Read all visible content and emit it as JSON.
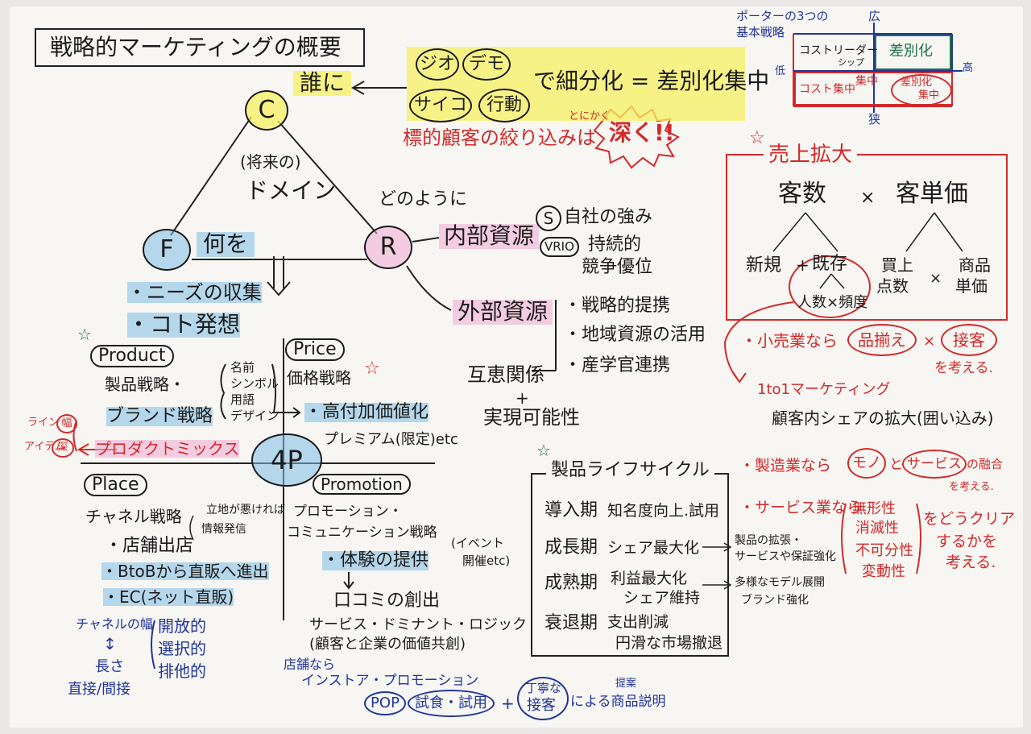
{
  "title": "戦略的マーケティングの概要",
  "domain_triangle": {
    "c_node": "C",
    "f_node": "F",
    "r_node": "R",
    "c_label": "誰に",
    "f_label": "何を",
    "r_label": "どのように",
    "center_line1": "(将来の)",
    "center_line2": "ドメイン"
  },
  "segmentation": {
    "items": [
      "ジオ",
      "デモ",
      "サイコ",
      "行動"
    ],
    "result": "で細分化 = 差別化集中",
    "emphasis_small": "とにかく",
    "target_text": "標的顧客の絞り込みは",
    "burst": "深く!!"
  },
  "internal": {
    "title": "内部資源",
    "s_circle": "S",
    "s_text": "自社の強み",
    "vrio": "VRIO",
    "vrio_text1": "持続的",
    "vrio_text2": "競争優位"
  },
  "external": {
    "title": "外部資源",
    "items": [
      "・戦略的提携",
      "・地域資源の活用",
      "・産学官連携"
    ],
    "mutual": "互恵関係",
    "plus": "+",
    "feasible": "実現可能性"
  },
  "f_items": [
    "・ニーズの収集",
    "・コト発想"
  ],
  "fourp": {
    "center": "4P",
    "product": {
      "label": "Product",
      "line1": "製品戦略・",
      "line2": "ブランド戦略",
      "bracket": [
        "名前",
        "シンボル",
        "用語",
        "デザイン"
      ],
      "mix_label": "プロダクトミックス",
      "width_a": "ライン",
      "width_b": "幅",
      "depth_a": "アイテム",
      "depth_b": "深"
    },
    "price": {
      "label": "Price",
      "line1": "価格戦略",
      "line2": "・高付加価値化",
      "line3": "プレミアム(限定)etc"
    },
    "place": {
      "label": "Place",
      "line1": "チャネル戦略",
      "note1": "立地が悪ければ",
      "note2": "情報発信",
      "items": [
        "・店舗出店",
        "・BtoBから直販へ進出",
        "・EC(ネット直販)"
      ],
      "ch_width": "チャネルの幅",
      "ch_arrow": "↕",
      "ch_length": "長さ",
      "ch_direct": "直接/間接",
      "ch_types": [
        "開放的",
        "選択的",
        "排他的"
      ]
    },
    "promotion": {
      "label": "Promotion",
      "line1": "プロモーション・",
      "line2": "コミュニケーション戦略",
      "exp": "・体験の提供",
      "event1": "(イベント",
      "event2": "開催etc)",
      "arrow": "↓",
      "wom": "口コミの創出",
      "sdl1": "サービス・ドミナント・ロジック",
      "sdl2": "(顧客と企業の価値共創)",
      "store": "店舗なら",
      "instore": "インストア・プロモーション",
      "pop": "POP",
      "tasting": "試食・試用",
      "plus": "+",
      "polite1": "丁寧な",
      "polite2": "接客",
      "propose": "提案",
      "explain": "による商品説明"
    }
  },
  "porter": {
    "title1": "ポーターの3つの",
    "title2": "基本戦略",
    "axis_wide": "広",
    "axis_narrow": "狭",
    "axis_low": "低",
    "axis_high": "高",
    "cell_cost_leader1": "コストリーダー",
    "cell_cost_leader2": "シップ",
    "cell_diff": "差別化",
    "cell_cost_focus": "コスト集中",
    "cell_focus": "集中",
    "cell_diff_focus1": "差別化",
    "cell_diff_focus2": "集中"
  },
  "sales": {
    "star": "☆",
    "title": "売上拡大",
    "customers": "客数",
    "times": "×",
    "unit_price": "客単価",
    "new": "新規",
    "plus": "+",
    "existing": "既存",
    "people_freq": "人数×頻度",
    "buy_count1": "買上",
    "buy_count2": "点数",
    "item_price1": "商品",
    "item_price2": "単価",
    "retail": "・小売業なら",
    "assort": "品揃え",
    "service": "接客",
    "consider": "を考える.",
    "one_to_one": "1to1マーケティング",
    "share": "顧客内シェアの拡大(囲い込み)"
  },
  "plc": {
    "star": "☆",
    "title": "製品ライフサイクル",
    "rows": [
      {
        "stage": "導入期",
        "desc": "知名度向上.試用"
      },
      {
        "stage": "成長期",
        "desc": "シェア最大化"
      },
      {
        "stage": "成熟期",
        "desc": "利益最大化"
      },
      {
        "stage": "衰退期",
        "desc": "支出削減"
      }
    ],
    "mature2": "シェア維持",
    "decline2": "円滑な市場撤退",
    "growth_note1": "製品の拡張・",
    "growth_note2": "サービスや保証強化",
    "mature_note1": "多様なモデル展開",
    "mature_note2": "ブランド強化"
  },
  "mfg": {
    "line1a": "・製造業なら",
    "mono": "モノ",
    "to": "と",
    "svc": "サービス",
    "line1b": "の融合",
    "line1c": "を考える.",
    "svc_line": "・サービス業なら",
    "traits": [
      "無形性",
      "消滅性",
      "不可分性",
      "変動性"
    ],
    "clear1": "をどうクリア",
    "clear2": "するかを",
    "clear3": "考える."
  },
  "stars": [
    "☆",
    "☆",
    "☆",
    "☆"
  ],
  "colors": {
    "red": "#d22a2a",
    "blue": "#21359a",
    "green": "#1f7048",
    "yellow": "#f7f060"
  }
}
